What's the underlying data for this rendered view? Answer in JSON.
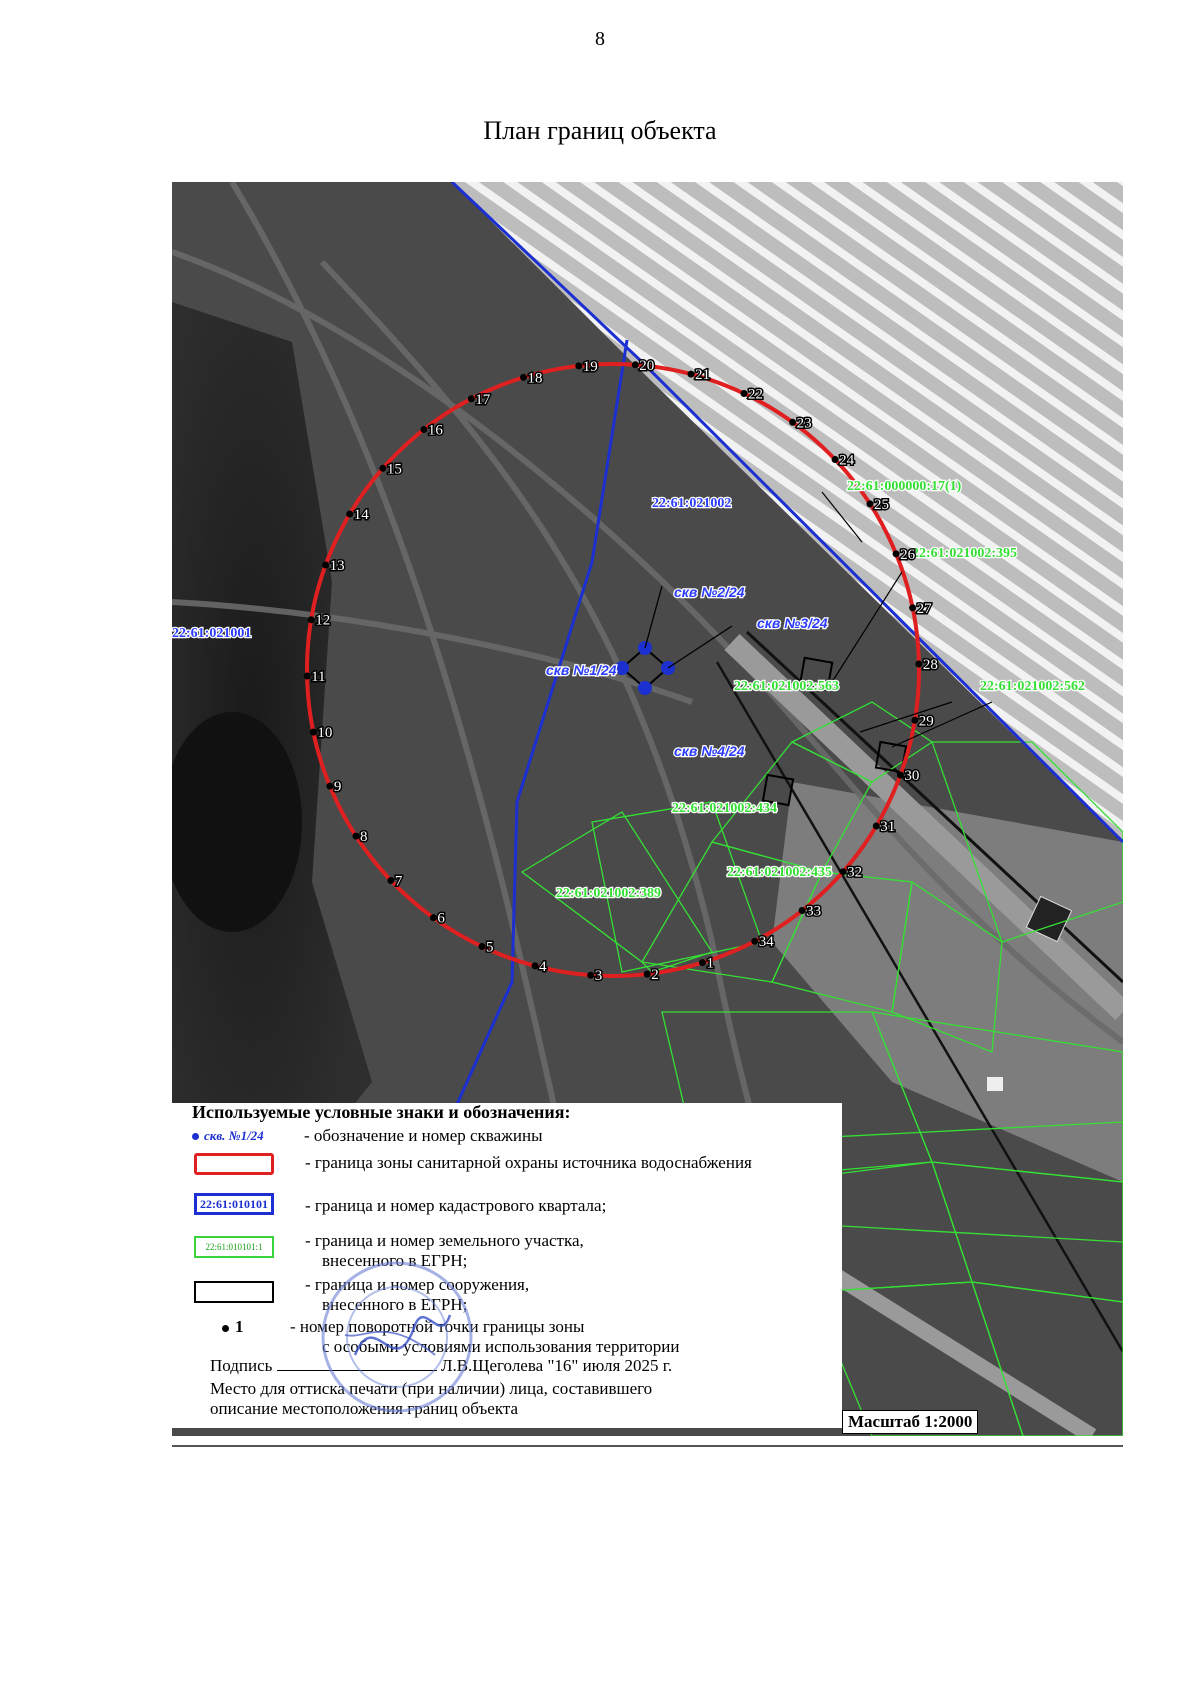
{
  "page_number": "8",
  "title": "План границ объекта",
  "scale": "Масштаб 1:2000",
  "cadastral_quarters": [
    "22:61:021002",
    "22:61:021001"
  ],
  "land_plots": [
    "22:61:000000:17(1)",
    "22:61:021002:395",
    "22:61:021002:563",
    "22:61:021002:562",
    "22:61:021002:434",
    "22:61:021002:435",
    "22:61:021002:389"
  ],
  "wells": [
    "скв №1/24",
    "скв №2/24",
    "скв №3/24",
    "скв №4/24"
  ],
  "turning_points": [
    "1",
    "2",
    "3",
    "4",
    "5",
    "6",
    "7",
    "8",
    "9",
    "10",
    "11",
    "12",
    "13",
    "14",
    "15",
    "16",
    "17",
    "18",
    "19",
    "20",
    "21",
    "22",
    "23",
    "24",
    "25",
    "26",
    "27",
    "28",
    "29",
    "30",
    "31",
    "32",
    "33",
    "34"
  ],
  "colors": {
    "zone_boundary": "#e02020",
    "quarter_boundary": "#1c2fd0",
    "land_plot": "#35e035",
    "structure": "#000000",
    "well": "#1c2fd0"
  },
  "legend": {
    "title": "Используемые условные знаки и обозначения:",
    "well_sample": "скв. №1/24",
    "well_text": "- обозначение и номер скважины",
    "zone_text": "- граница зоны санитарной охраны источника водоснабжения",
    "quarter_sample": "22:61:010101",
    "quarter_text": "- граница и номер кадастрового квартала;",
    "plot_sample": "22:61:010101:1",
    "plot_text_1": "- граница  и номер земельного участка,",
    "plot_text_2": "внесенного в ЕГРН;",
    "structure_text_1": "- граница  и номер сооружения,",
    "structure_text_2": "внесенного в ЕГРН;",
    "point_sample": "1",
    "point_text_1": "- номер поворотной точки границы зоны",
    "point_text_2": "с особыми условиями использования территории"
  },
  "signature": {
    "label": "Подпись",
    "signer": "Л.В.Щеголева \"16\" июля 2025 г.",
    "stamp_text_1": "Место для оттиска печати (при наличии) лица, составившего",
    "stamp_text_2": "описание местоположения границ объекта"
  }
}
